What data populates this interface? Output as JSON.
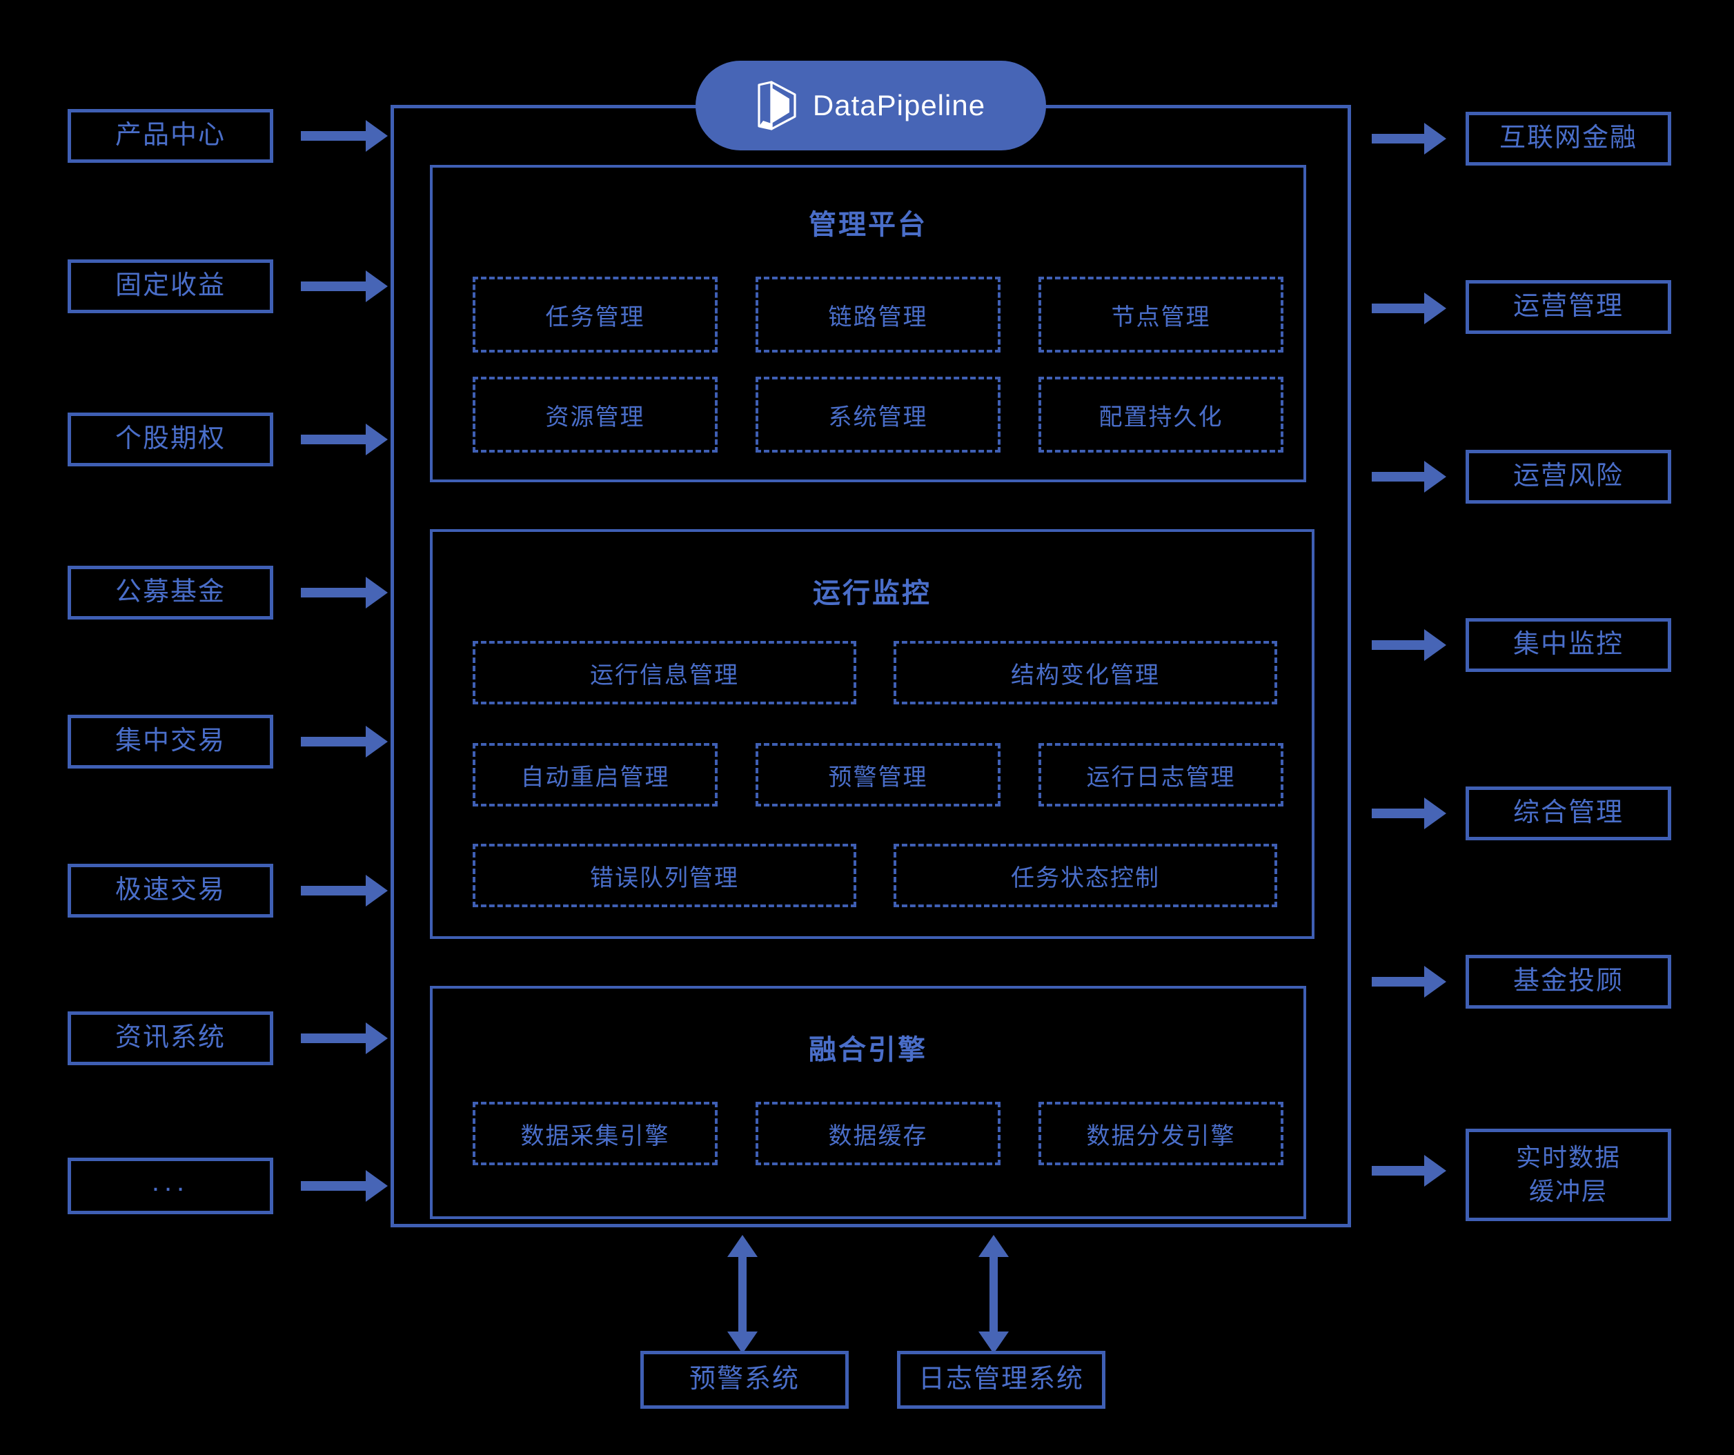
{
  "theme": {
    "background": "#000000",
    "line": "#3f5fb4",
    "accent": "#4765b6",
    "text": "#4a6ec9",
    "logo_text": "#ffffff"
  },
  "logo": {
    "name": "DataPipeline",
    "icon": "datapipeline-cube-icon"
  },
  "left_column": {
    "title": "",
    "items": [
      {
        "label": "产品中心"
      },
      {
        "label": "固定收益"
      },
      {
        "label": "个股期权"
      },
      {
        "label": "公募基金"
      },
      {
        "label": "集中交易"
      },
      {
        "label": "极速交易"
      },
      {
        "label": "资讯系统"
      },
      {
        "label": "..."
      }
    ]
  },
  "right_column": {
    "items": [
      {
        "label": "互联网金融"
      },
      {
        "label": "运营管理"
      },
      {
        "label": "运营风险"
      },
      {
        "label": "集中监控"
      },
      {
        "label": "综合管理"
      },
      {
        "label": "基金投顾"
      },
      {
        "label_line1": "实时数据",
        "label_line2": "缓冲层"
      }
    ]
  },
  "sections": [
    {
      "title": "管理平台",
      "rows": [
        [
          "任务管理",
          "链路管理",
          "节点管理"
        ],
        [
          "资源管理",
          "系统管理",
          "配置持久化"
        ]
      ]
    },
    {
      "title": "运行监控",
      "rows": [
        [
          "运行信息管理",
          "结构变化管理"
        ],
        [
          "自动重启管理",
          "预警管理",
          "运行日志管理"
        ],
        [
          "错误队列管理",
          "任务状态控制"
        ]
      ]
    },
    {
      "title": "融合引擎",
      "rows": [
        [
          "数据采集引擎",
          "数据缓存",
          "数据分发引擎"
        ]
      ]
    }
  ],
  "bottom_systems": [
    {
      "label": "预警系统"
    },
    {
      "label": "日志管理系统"
    }
  ]
}
